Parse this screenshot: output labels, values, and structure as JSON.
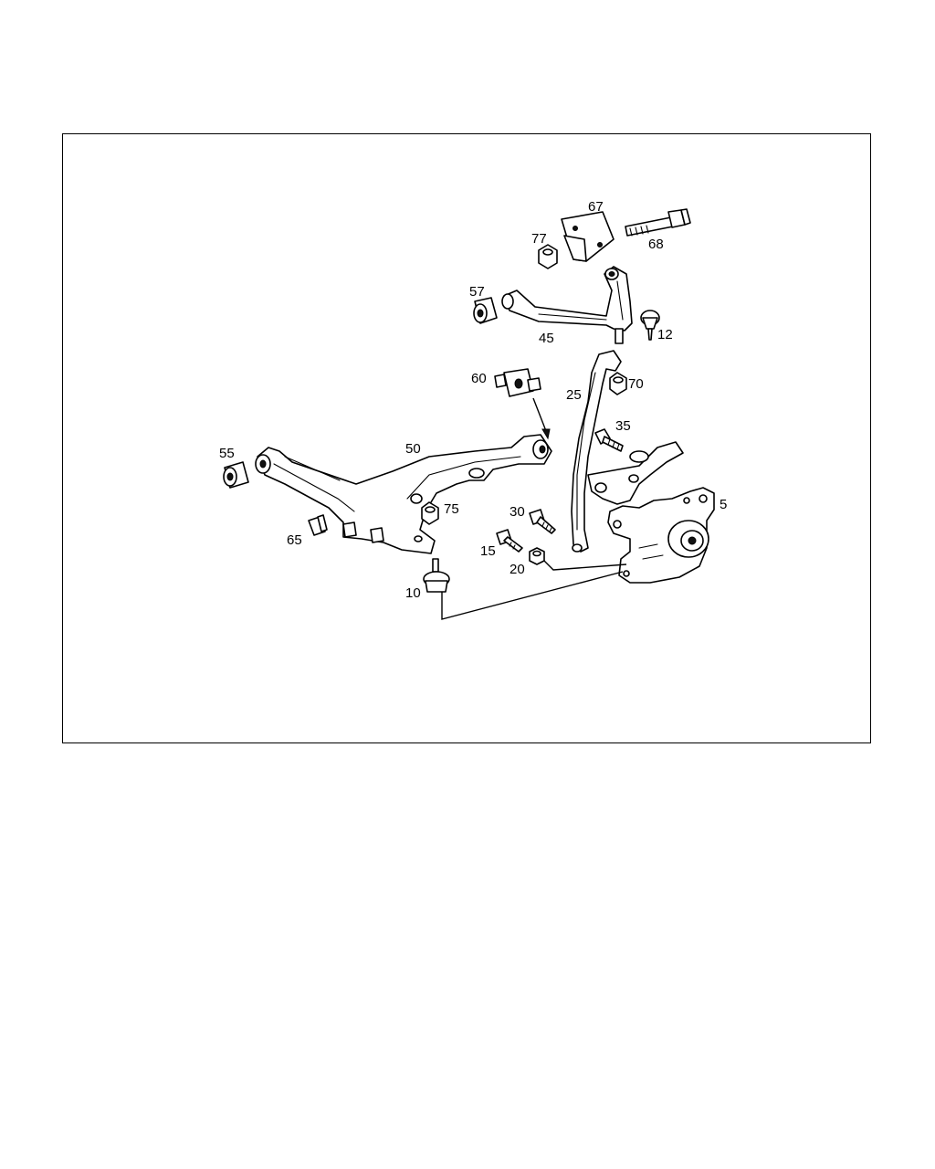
{
  "diagram": {
    "callouts": [
      {
        "id": "5",
        "text": "5"
      },
      {
        "id": "10",
        "text": "10"
      },
      {
        "id": "12",
        "text": "12"
      },
      {
        "id": "15",
        "text": "15"
      },
      {
        "id": "20",
        "text": "20"
      },
      {
        "id": "25",
        "text": "25"
      },
      {
        "id": "30",
        "text": "30"
      },
      {
        "id": "35",
        "text": "35"
      },
      {
        "id": "45",
        "text": "45"
      },
      {
        "id": "50",
        "text": "50"
      },
      {
        "id": "55",
        "text": "55"
      },
      {
        "id": "57",
        "text": "57"
      },
      {
        "id": "60",
        "text": "60"
      },
      {
        "id": "65",
        "text": "65"
      },
      {
        "id": "67",
        "text": "67"
      },
      {
        "id": "68",
        "text": "68"
      },
      {
        "id": "70",
        "text": "70"
      },
      {
        "id": "75",
        "text": "75"
      },
      {
        "id": "77",
        "text": "77"
      }
    ]
  }
}
